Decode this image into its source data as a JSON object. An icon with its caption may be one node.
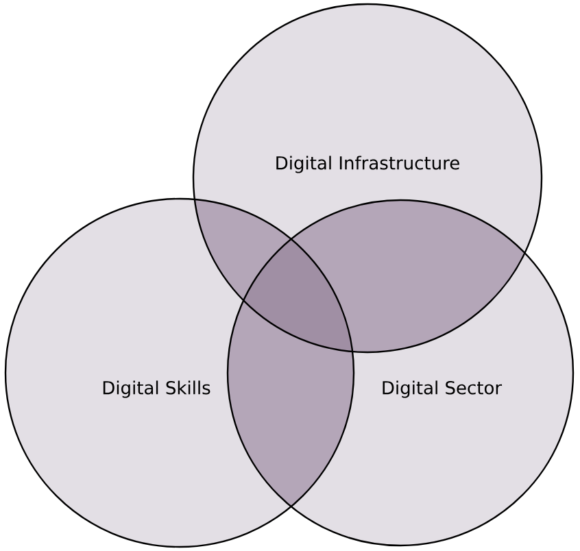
{
  "diagram": {
    "nodes": [
      {
        "text": [
          "Digital Infrastructure"
        ]
      },
      {
        "text": [
          "Digital Skills"
        ]
      },
      {
        "text": [
          "Digital Sector"
        ]
      }
    ]
  }
}
